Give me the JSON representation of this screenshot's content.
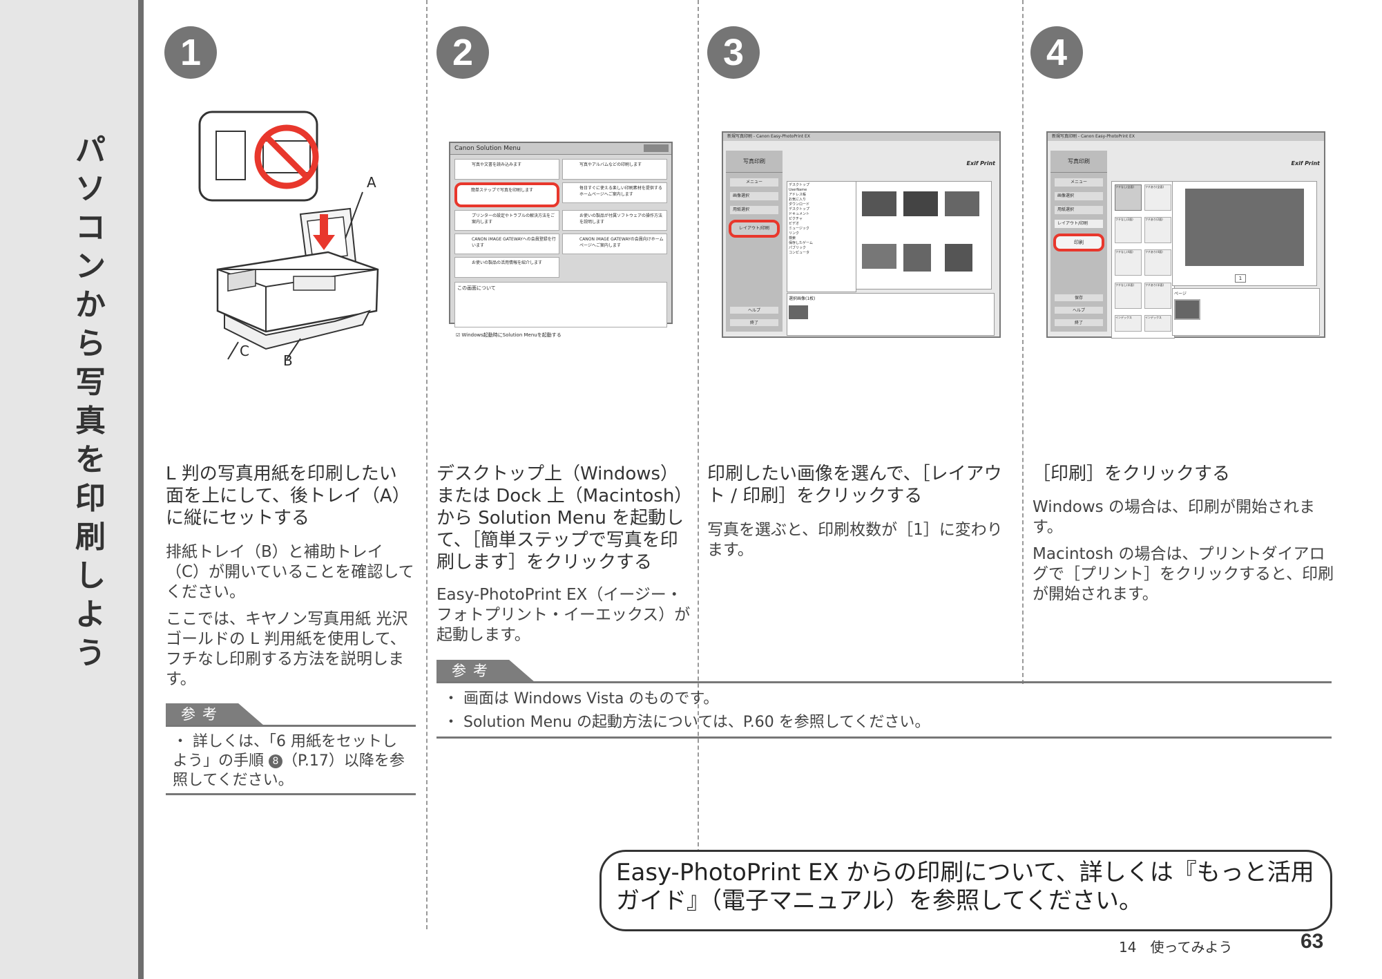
{
  "sidebar": {
    "title": "パソコンから写真を印刷しよう"
  },
  "steps": [
    {
      "number": "1",
      "heading": "L 判の写真用紙を印刷したい面を上にして、後トレイ（A）に縦にセットする",
      "paragraphs": [
        "排紙トレイ（B）と補助トレイ（C）が開いていることを確認してください。",
        "ここでは、キヤノン写真用紙 光沢ゴールドの L 判用紙を使用して、フチなし印刷する方法を説明します。"
      ],
      "labels": {
        "a": "A",
        "b": "B",
        "c": "C"
      },
      "reference": {
        "tab": "参考",
        "text_pre": "・ 詳しくは、「6 用紙をセットしよう」の手順 ",
        "step_ref": "8",
        "text_post": "（P.17）以降を参照してください。"
      }
    },
    {
      "number": "2",
      "heading": "デスクトップ上（Windows）または Dock 上（Macintosh）から Solution Menu を起動して、［簡単ステップで写真を印刷します］をクリックする",
      "paragraphs": [
        "Easy-PhotoPrint EX（イージー・フォトプリント・イーエックス）が起動します。"
      ],
      "window": {
        "title": "Canon Solution Menu",
        "items": [
          "写真や文書を読み込みます",
          "写真やアルバムなどの印刷します",
          "簡単ステップで写真を印刷します",
          "毎日すぐに使える楽しい印刷素材を提供するホームページへご案内します",
          "プリンターの設定やトラブルの解決方法をご案内します",
          "お使いの製品が付属ソフトウェアの操作方法を説明します",
          "CANON iMAGE GATEWAYへの会員登録を行います",
          "CANON iMAGE GATEWAYの会員向けホームページへご案内します",
          "お使いの製品の活用情報を紹介します"
        ],
        "footer_title": "この画面について",
        "checkbox": "Windows起動時にSolution Menuを起動する"
      },
      "reference": {
        "tab": "参考",
        "lines": [
          "・ 画面は Windows Vista のものです。",
          "・ Solution Menu の起動方法については、P.60 を参照してください。"
        ]
      }
    },
    {
      "number": "3",
      "heading": "印刷したい画像を選んで、［レイアウト / 印刷］をクリックする",
      "paragraphs": [
        "写真を選ぶと、印刷枚数が［1］に変わります。"
      ],
      "window": {
        "title": "新規写真印刷 - Canon Easy-PhotoPrint EX",
        "sidebar_head": "写真印刷",
        "steps": [
          "メニュー",
          "画像選択",
          "用紙選択",
          "レイアウト/印刷"
        ],
        "buttons": [
          "ヘルプ",
          "終了"
        ],
        "logo": "Exif Print",
        "tree": [
          "デスクトップ",
          "UserName",
          "アドレス帳",
          "お気に入り",
          "ダウンロード",
          "デスクトップ",
          "ドキュメント",
          "ピクチャ",
          "ビデオ",
          "ミュージック",
          "リンク",
          "検索",
          "保存したゲーム",
          "パブリック",
          "コンピュータ"
        ],
        "selected_label": "選択画像(1枚)"
      }
    },
    {
      "number": "4",
      "heading": "［印刷］をクリックする",
      "paragraphs": [
        "Windows の場合は、印刷が開始されます。",
        "Macintosh の場合は、プリントダイアログで［プリント］をクリックすると、印刷が開始されます。"
      ],
      "window": {
        "title": "新規写真印刷 - Canon Easy-PhotoPrint EX",
        "sidebar_head": "写真印刷",
        "steps": [
          "メニュー",
          "画像選択",
          "用紙選択",
          "レイアウト/印刷"
        ],
        "print_button": "印刷",
        "buttons": [
          "保存",
          "ヘルプ",
          "終了"
        ],
        "logo": "Exif Print",
        "layouts": [
          "フチなし(全面)",
          "フチあり(全面)",
          "フチなし(2面)",
          "フチあり(2面)",
          "フチなし(4面)",
          "フチあり(4面)",
          "フチなし(半面)",
          "フチあり(半面)",
          "インデックス",
          "インデックス"
        ],
        "page_label": "ページ",
        "page_num": "1"
      }
    }
  ],
  "note": "Easy-PhotoPrint EX からの印刷について、詳しくは『もっと活用ガイド』（電子マニュアル）を参照してください。",
  "footer": {
    "section": "14　使ってみよう",
    "page": "63"
  }
}
